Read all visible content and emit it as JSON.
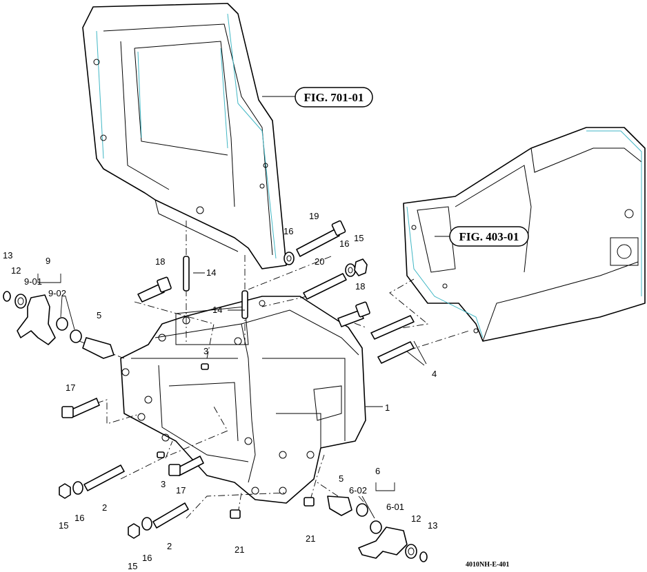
{
  "figure_refs": [
    {
      "id": "fig701",
      "label": "FIG. 701-01"
    },
    {
      "id": "fig403",
      "label": "FIG. 403-01"
    }
  ],
  "drawing_code": "4010NH-E-401",
  "callouts": {
    "c1": "1",
    "c2a": "2",
    "c2b": "2",
    "c3a": "3",
    "c3b": "3",
    "c4": "4",
    "c5a": "5",
    "c5b": "5",
    "c6": "6",
    "c6_01": "6-01",
    "c6_02": "6-02",
    "c9": "9",
    "c9_01": "9-01",
    "c9_02": "9-02",
    "c12a": "12",
    "c12b": "12",
    "c13a": "13",
    "c13b": "13",
    "c14a": "14",
    "c14b": "14",
    "c15a": "15",
    "c15b": "15",
    "c15c": "15",
    "c16a": "16",
    "c16b": "16",
    "c16c": "16",
    "c16d": "16",
    "c17a": "17",
    "c17b": "17",
    "c18a": "18",
    "c18b": "18",
    "c19": "19",
    "c20": "20",
    "c21a": "21",
    "c21b": "21"
  }
}
